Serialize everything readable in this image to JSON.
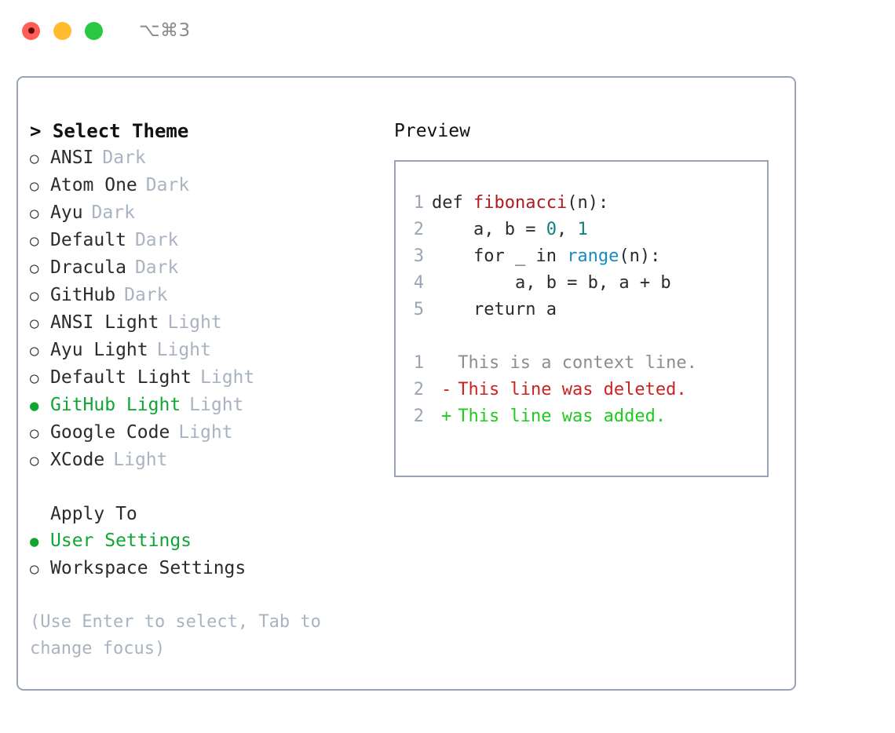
{
  "titlebar": {
    "shortcut": "⌥⌘3",
    "lights": [
      "close",
      "minimize",
      "zoom"
    ]
  },
  "theme_list": {
    "header": "> Select Theme",
    "items": [
      {
        "marker": "○",
        "label": "ANSI",
        "tag": "Dark",
        "selected": false
      },
      {
        "marker": "○",
        "label": "Atom One",
        "tag": "Dark",
        "selected": false
      },
      {
        "marker": "○",
        "label": "Ayu",
        "tag": "Dark",
        "selected": false
      },
      {
        "marker": "○",
        "label": "Default",
        "tag": "Dark",
        "selected": false
      },
      {
        "marker": "○",
        "label": "Dracula",
        "tag": "Dark",
        "selected": false
      },
      {
        "marker": "○",
        "label": "GitHub",
        "tag": "Dark",
        "selected": false
      },
      {
        "marker": "○",
        "label": "ANSI Light",
        "tag": "Light",
        "selected": false
      },
      {
        "marker": "○",
        "label": "Ayu Light",
        "tag": "Light",
        "selected": false
      },
      {
        "marker": "○",
        "label": "Default Light",
        "tag": "Light",
        "selected": false
      },
      {
        "marker": "●",
        "label": "GitHub Light",
        "tag": "Light",
        "selected": true
      },
      {
        "marker": "○",
        "label": "Google Code",
        "tag": "Light",
        "selected": false
      },
      {
        "marker": "○",
        "label": "XCode",
        "tag": "Light",
        "selected": false
      }
    ]
  },
  "apply_to": {
    "title": "Apply To",
    "items": [
      {
        "marker": "●",
        "label": "User Settings",
        "selected": true
      },
      {
        "marker": "○",
        "label": "Workspace Settings",
        "selected": false
      }
    ]
  },
  "hint": "(Use Enter to select, Tab to change focus)",
  "preview": {
    "title": "Preview",
    "code_lines": [
      {
        "number": "1",
        "tokens": [
          {
            "text": "def ",
            "type": "plain"
          },
          {
            "text": "fibonacci",
            "type": "fn"
          },
          {
            "text": "(n):",
            "type": "plain"
          }
        ]
      },
      {
        "number": "2",
        "tokens": [
          {
            "text": "    a, b = ",
            "type": "plain"
          },
          {
            "text": "0",
            "type": "num"
          },
          {
            "text": ", ",
            "type": "plain"
          },
          {
            "text": "1",
            "type": "num"
          }
        ]
      },
      {
        "number": "3",
        "tokens": [
          {
            "text": "    for _ in ",
            "type": "plain"
          },
          {
            "text": "range",
            "type": "call"
          },
          {
            "text": "(n):",
            "type": "plain"
          }
        ]
      },
      {
        "number": "4",
        "tokens": [
          {
            "text": "        a, b = b, a + b",
            "type": "plain"
          }
        ]
      },
      {
        "number": "5",
        "tokens": [
          {
            "text": "    return a",
            "type": "plain"
          }
        ]
      }
    ],
    "diff_lines": [
      {
        "number": "1",
        "sign": " ",
        "text": "This is a context line.",
        "kind": "context"
      },
      {
        "number": "2",
        "sign": "-",
        "text": "This line was deleted.",
        "kind": "deleted"
      },
      {
        "number": "2",
        "sign": "+",
        "text": "This line was added.",
        "kind": "added"
      }
    ]
  },
  "colors": {
    "selection_green": "#11a633",
    "diff_add_green": "#1ecb1e",
    "diff_del_red": "#cc2222",
    "function_red": "#b01a1a",
    "number_teal": "#10807f",
    "call_blue": "#1a8bbf",
    "border_slate": "#9aa4b6",
    "muted_slate": "#a9b3c1"
  }
}
